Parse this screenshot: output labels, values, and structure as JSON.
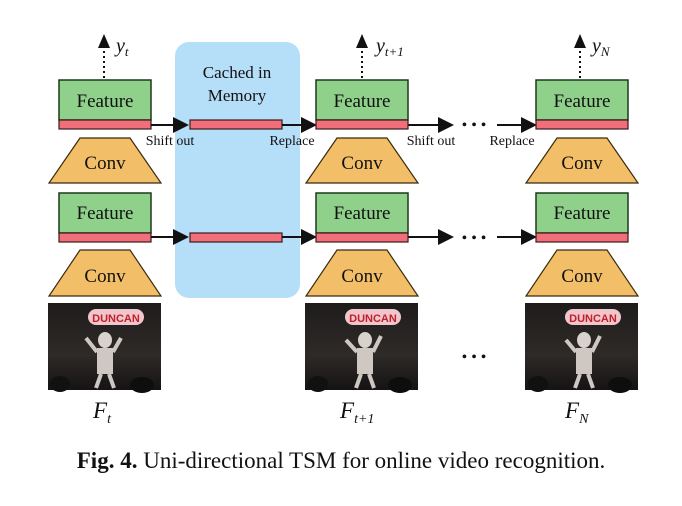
{
  "colors": {
    "feature_fill": "#8fd08a",
    "feature_stroke": "#1a3a1a",
    "conv_fill": "#f3be68",
    "conv_stroke": "#3a2a10",
    "shift_bar": "#f06f7a",
    "memory_panel": "#b5def8",
    "arrow": "#111111",
    "frame_bg": "#2a2624"
  },
  "columns": [
    {
      "output": "y",
      "output_sub": "t",
      "frame": "F",
      "frame_sub": "t"
    },
    {
      "output": "y",
      "output_sub": "t+1",
      "frame": "F",
      "frame_sub": "t+1"
    },
    {
      "output": "y",
      "output_sub": "N",
      "frame": "F",
      "frame_sub": "N"
    }
  ],
  "feature_label": "Feature",
  "conv_label": "Conv",
  "memory": {
    "line1": "Cached in",
    "line2": "Memory"
  },
  "shift_labels": {
    "shift_out": "Shift out",
    "replace": "Replace",
    "shift_out_2": "Shift out",
    "replace_2": "Replace"
  },
  "ellipsis": "• • •",
  "frame_icons": [
    "video-frame-icon",
    "video-frame-icon",
    "video-frame-icon"
  ],
  "banner_text": "DUNCAN",
  "caption": {
    "fig": "Fig. 4.",
    "text": "Uni-directional TSM for online video recognition."
  }
}
